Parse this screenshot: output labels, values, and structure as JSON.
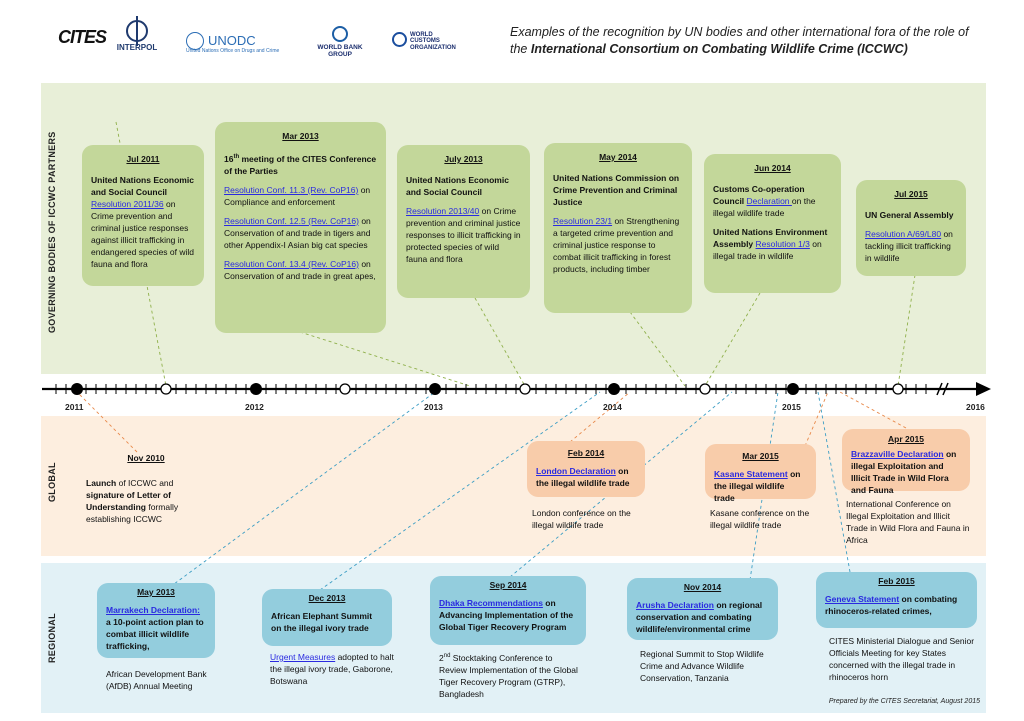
{
  "header": {
    "logos": {
      "cites": "CITES",
      "interpol": "INTERPOL",
      "unodc": "UNODC",
      "unodc_sub": "United Nations Office on Drugs and Crime",
      "world_bank": "WORLD BANK GROUP",
      "wco": "WORLD CUSTOMS ORGANIZATION"
    },
    "title_line1": "Examples of the recognition by UN bodies and other international fora of the role of",
    "title_prefix": "the ",
    "title_bold": "International Consortium on Combating Wildlife Crime (ICCWC)"
  },
  "bands": {
    "governing": "GOVERNING BODIES OF ICCWC PARTNERS",
    "global": "GLOBAL",
    "regional": "REGIONAL"
  },
  "timeline": {
    "years": [
      "2011",
      "2012",
      "2013",
      "2014",
      "2015",
      "2016"
    ],
    "colors": {
      "green": "#c3d79a",
      "orange": "#f8ccaa",
      "blue": "#93cddd",
      "link": "#2a2ae0"
    }
  },
  "governing_boxes": [
    {
      "date": "Jul 2011",
      "title": "United Nations Economic and Social Council",
      "link": "Resolution 2011/36",
      "text": " on Crime prevention and criminal justice responses against illicit trafficking in endangered species of wild fauna and flora"
    },
    {
      "date": "Mar 2013",
      "title_pre": "16",
      "title_sup": "th",
      "title": " meeting of the CITES Conference of the Parties",
      "items": [
        {
          "link": "Resolution Conf. 11.3 (Rev. CoP16)",
          "text": " on Compliance and enforcement"
        },
        {
          "link": "Resolution Conf. 12.5 (Rev. CoP16)",
          "text": " on Conservation of and trade in tigers and other Appendix-I Asian big cat species"
        },
        {
          "link": "Resolution Conf. 13.4 (Rev. CoP16)",
          "text": " on Conservation of and trade in great apes,"
        }
      ]
    },
    {
      "date": "July 2013",
      "title": "United Nations Economic and Social Council",
      "link": "Resolution 2013/40",
      "text": " on Crime prevention and criminal justice responses to illicit trafficking in protected species of wild fauna and flora"
    },
    {
      "date": "May 2014",
      "title": "United Nations Commission on Crime Prevention and Criminal Justice",
      "link": "Resolution 23/1",
      "text": " on Strengthening a targeted crime prevention and criminal justice response to combat illicit trafficking in forest products, including timber"
    },
    {
      "date": "Jun 2014",
      "title": "Customs Co-operation Council ",
      "link": "Declaration ",
      "text": " on the illegal wildlife trade",
      "title2": "United Nations Environment Assembly ",
      "link2": "Resolution 1/3",
      "text2": " on illegal trade in wildlife"
    },
    {
      "date": "Jul 2015",
      "title": "UN General Assembly",
      "link": "Resolution A/69/L80",
      "text": " on tackling illicit trafficking in wildlife"
    }
  ],
  "global": {
    "nov2010": {
      "date": "Nov 2010",
      "t1": "Launch",
      "t2": " of ICCWC and ",
      "t3": "signature of Letter of Understanding",
      "t4": " formally establishing ICCWC"
    },
    "boxes": [
      {
        "date": "Feb 2014",
        "link": "London Declaration",
        "text": " on the illegal wildlife trade",
        "note": "London conference on the illegal wildlife trade"
      },
      {
        "date": "Mar 2015",
        "link": "Kasane Statement",
        "text": " on the illegal wildlife trade",
        "note": "Kasane conference on the illegal wildlife trade"
      },
      {
        "date": "Apr 2015",
        "link": "Brazzaville Declaration",
        "text": " on illegal Exploitation and Illicit Trade in Wild Flora and Fauna",
        "note": "International Conference on Illegal Exploitation and Illicit Trade in Wild Flora and Fauna in Africa"
      }
    ]
  },
  "regional": [
    {
      "date": "May 2013",
      "link": "Marrakech Declaration:",
      "text": " a 10-point action plan to combat illicit wildlife trafficking,",
      "note": "African Development Bank (AfDB) Annual Meeting"
    },
    {
      "date": "Dec 2013",
      "title": "African Elephant Summit on the illegal ivory trade",
      "note_link": "Urgent Measures",
      "note": " adopted to halt the illegal ivory trade, Gaborone, Botswana"
    },
    {
      "date": "Sep 2014",
      "link": "Dhaka Recommendations",
      "text": " on Advancing Implementation of the Global Tiger Recovery Program",
      "note_pre": "2",
      "note_sup": "nd",
      "note": " Stocktaking Conference to Review Implementation of the Global Tiger Recovery Program (GTRP), Bangladesh"
    },
    {
      "date": "Nov 2014",
      "link": "Arusha Declaration",
      "text": " on regional conservation and combating wildlife/environmental crime",
      "note": "Regional Summit to Stop Wildlife Crime and Advance Wildlife Conservation, Tanzania"
    },
    {
      "date": "Feb 2015",
      "link": "Geneva Statement",
      "text": " on combating rhinoceros-related crimes,",
      "note": "CITES Ministerial Dialogue and Senior Officials Meeting for key States concerned with the illegal trade in rhinoceros horn"
    }
  ],
  "footer": "Prepared by the CITES Secretariat, August 2015"
}
